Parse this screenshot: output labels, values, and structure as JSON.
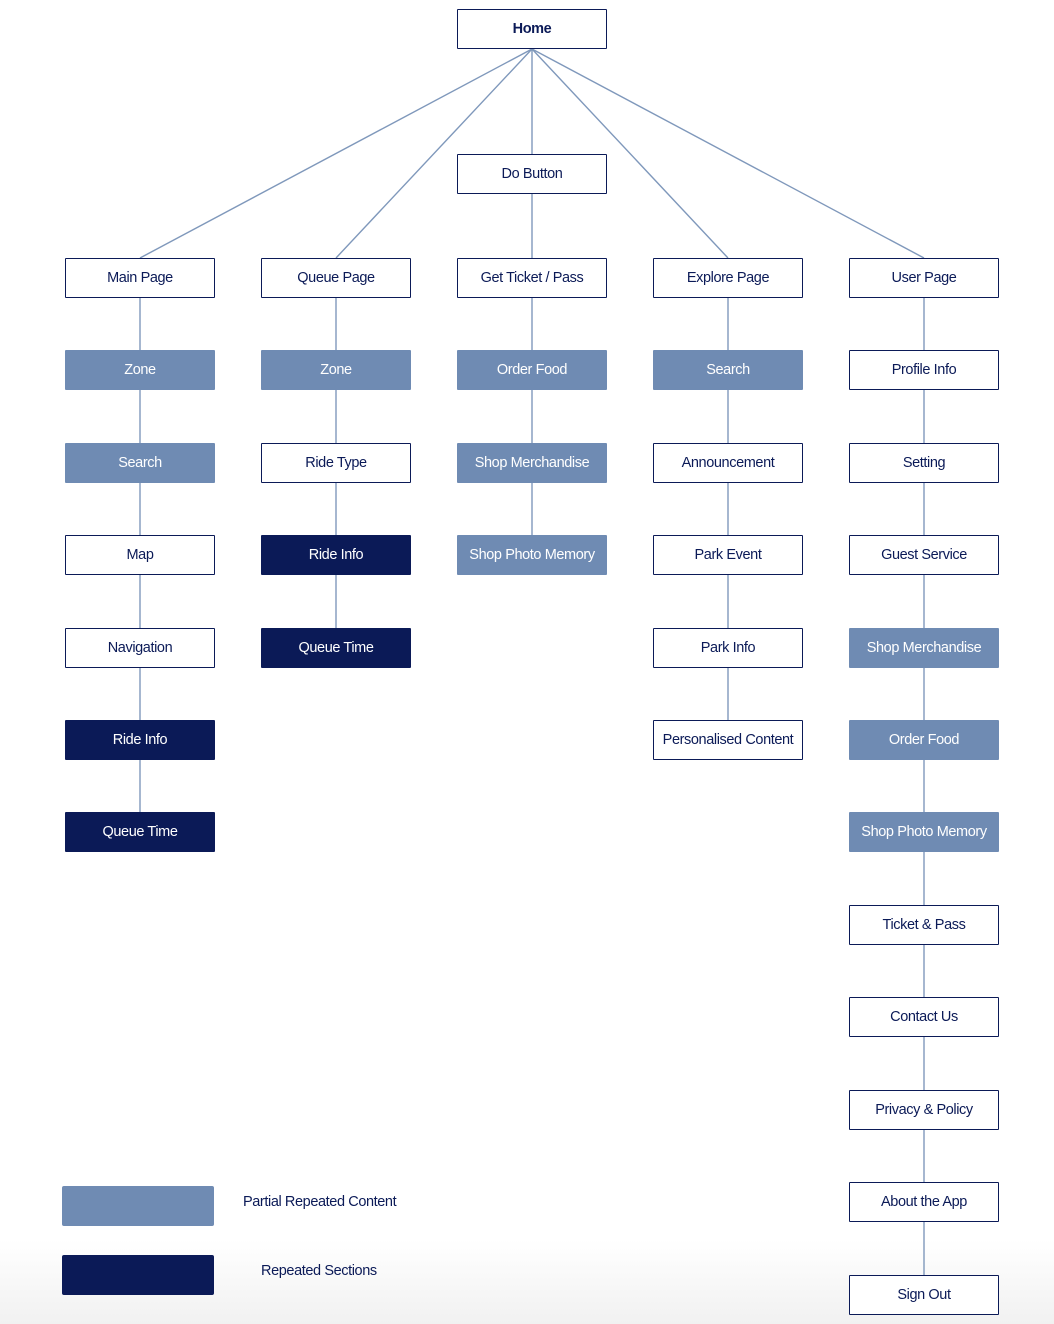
{
  "colors": {
    "plain_border": "#0b1a57",
    "partial": "#6f8bb3",
    "repeated": "#0b1a57",
    "link": "#7f98bb"
  },
  "root": {
    "id": "home",
    "label": "Home",
    "style": "plain"
  },
  "intermediate": {
    "id": "do-button",
    "label": "Do Button",
    "style": "plain"
  },
  "columns": [
    {
      "id": "main",
      "nodes": [
        {
          "label": "Main Page",
          "style": "plain"
        },
        {
          "label": "Zone",
          "style": "partial"
        },
        {
          "label": "Search",
          "style": "partial"
        },
        {
          "label": "Map",
          "style": "plain"
        },
        {
          "label": "Navigation",
          "style": "plain"
        },
        {
          "label": "Ride Info",
          "style": "repeated"
        },
        {
          "label": "Queue Time",
          "style": "repeated"
        }
      ]
    },
    {
      "id": "queue",
      "nodes": [
        {
          "label": "Queue Page",
          "style": "plain"
        },
        {
          "label": "Zone",
          "style": "partial"
        },
        {
          "label": "Ride Type",
          "style": "plain"
        },
        {
          "label": "Ride Info",
          "style": "repeated"
        },
        {
          "label": "Queue Time",
          "style": "repeated"
        }
      ]
    },
    {
      "id": "ticket",
      "nodes": [
        {
          "label": "Get Ticket / Pass",
          "style": "plain"
        },
        {
          "label": "Order Food",
          "style": "partial"
        },
        {
          "label": "Shop Merchandise",
          "style": "partial"
        },
        {
          "label": "Shop Photo Memory",
          "style": "partial"
        }
      ]
    },
    {
      "id": "explore",
      "nodes": [
        {
          "label": "Explore Page",
          "style": "plain"
        },
        {
          "label": "Search",
          "style": "partial"
        },
        {
          "label": "Announcement",
          "style": "plain"
        },
        {
          "label": "Park Event",
          "style": "plain"
        },
        {
          "label": "Park Info",
          "style": "plain"
        },
        {
          "label": "Personalised Content",
          "style": "plain"
        }
      ]
    },
    {
      "id": "user",
      "nodes": [
        {
          "label": "User Page",
          "style": "plain"
        },
        {
          "label": "Profile Info",
          "style": "plain"
        },
        {
          "label": "Setting",
          "style": "plain"
        },
        {
          "label": "Guest Service",
          "style": "plain"
        },
        {
          "label": "Shop Merchandise",
          "style": "partial"
        },
        {
          "label": "Order Food",
          "style": "partial"
        },
        {
          "label": "Shop Photo Memory",
          "style": "partial"
        },
        {
          "label": "Ticket & Pass",
          "style": "plain"
        },
        {
          "label": "Contact Us",
          "style": "plain"
        },
        {
          "label": "Privacy & Policy",
          "style": "plain"
        },
        {
          "label": "About the App",
          "style": "plain"
        },
        {
          "label": "Sign Out",
          "style": "plain"
        }
      ]
    }
  ],
  "legend": [
    {
      "label": "Partial Repeated Content",
      "style": "partial"
    },
    {
      "label": "Repeated Sections",
      "style": "repeated"
    }
  ]
}
